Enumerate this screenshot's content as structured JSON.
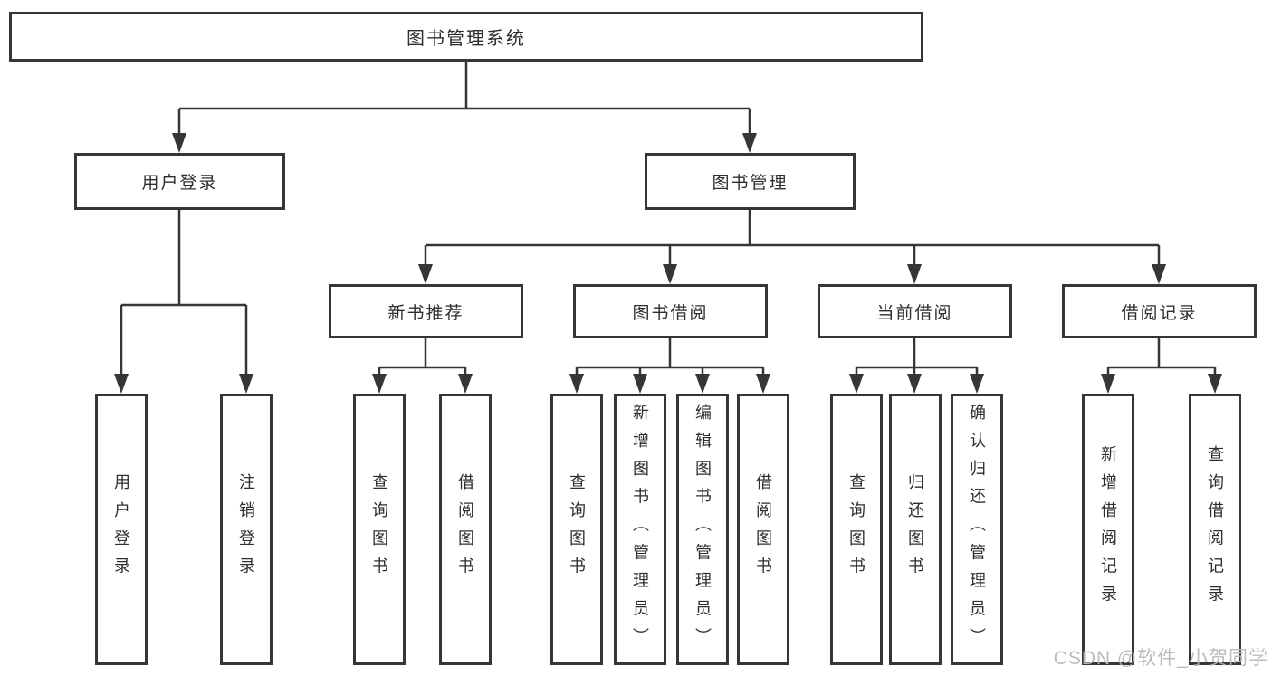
{
  "colors": {
    "line": "#363636",
    "box_border": "#363636",
    "box_background": "#ffffff",
    "text": "#2e2e2e",
    "watermark": "#b9b9b9"
  },
  "watermark": {
    "text": "CSDN @软件_小贺同学"
  },
  "tree": {
    "root": {
      "label": "图书管理系统"
    },
    "branches": [
      {
        "label": "用户登录",
        "children": [
          {
            "label": "用户登录"
          },
          {
            "label": "注销登录"
          }
        ]
      },
      {
        "label": "图书管理",
        "children": [
          {
            "label": "新书推荐",
            "children": [
              {
                "label": "查询图书"
              },
              {
                "label": "借阅图书"
              }
            ]
          },
          {
            "label": "图书借阅",
            "children": [
              {
                "label": "查询图书"
              },
              {
                "label": "新增图书（管理员）"
              },
              {
                "label": "编辑图书（管理员）"
              },
              {
                "label": "借阅图书"
              }
            ]
          },
          {
            "label": "当前借阅",
            "children": [
              {
                "label": "查询图书"
              },
              {
                "label": "归还图书"
              },
              {
                "label": "确认归还（管理员）"
              }
            ]
          },
          {
            "label": "借阅记录",
            "children": [
              {
                "label": "新增借阅记录"
              },
              {
                "label": "查询借阅记录"
              }
            ]
          }
        ]
      }
    ]
  }
}
